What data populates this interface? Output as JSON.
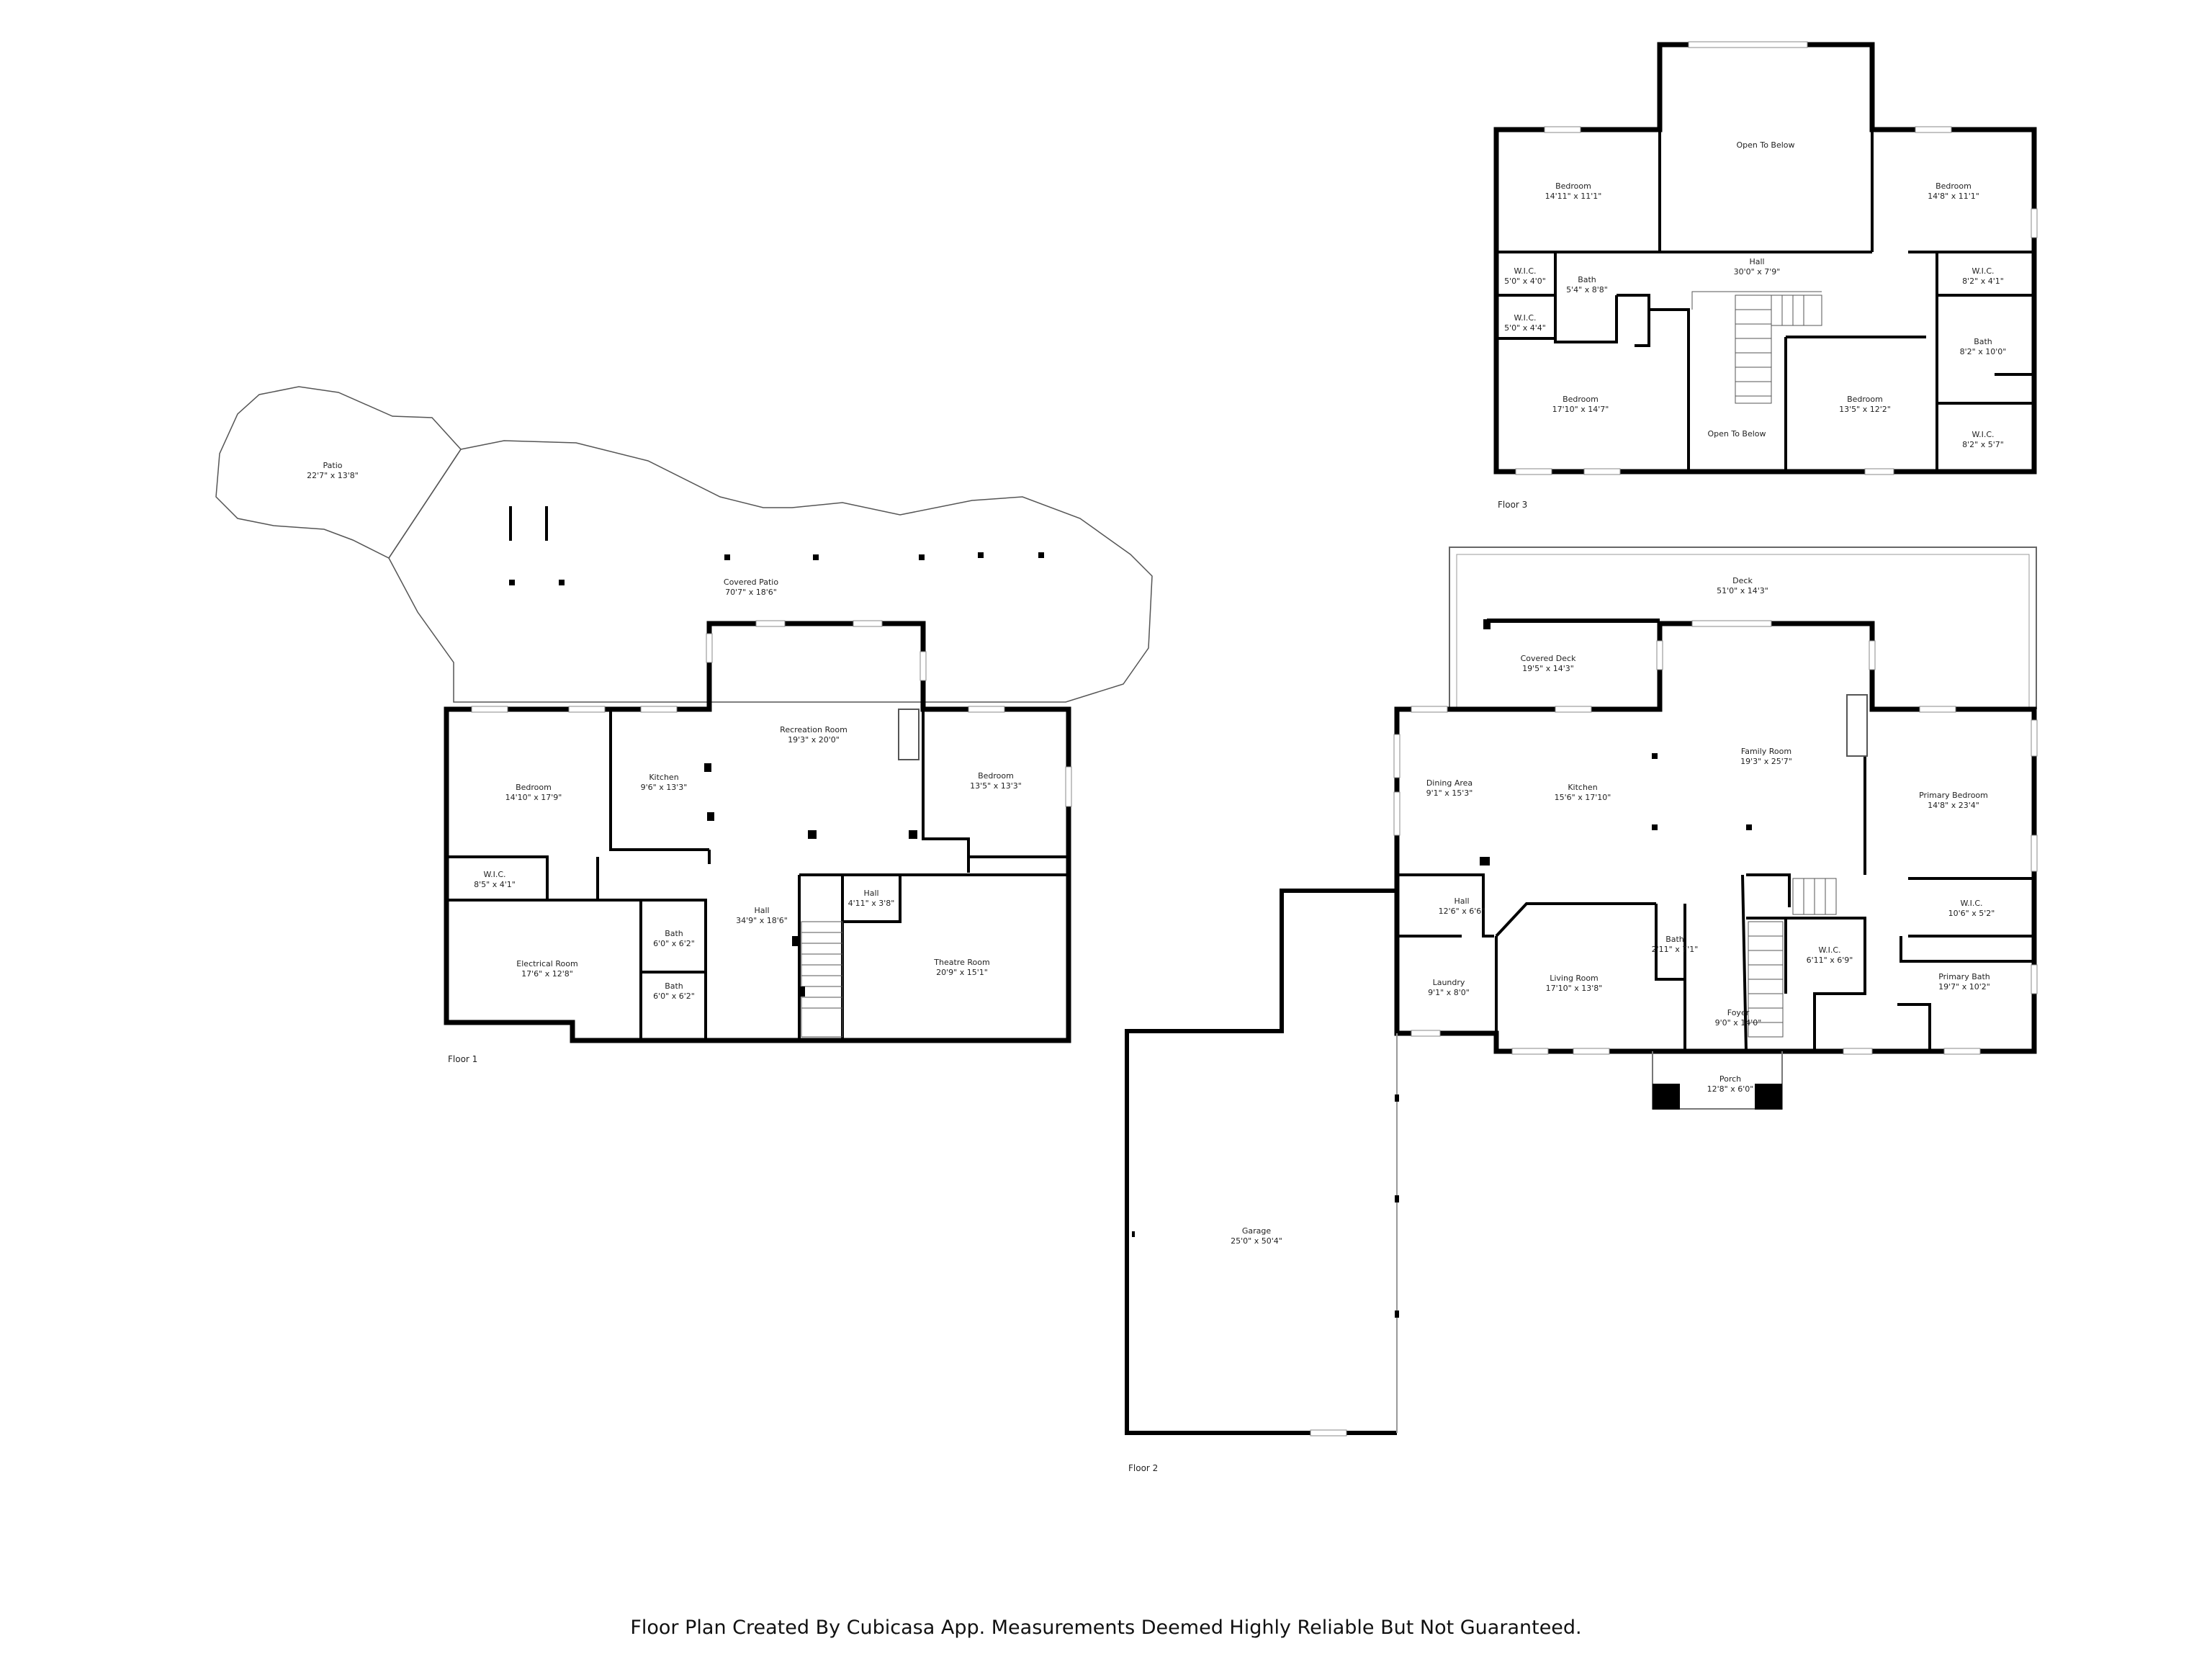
{
  "floors": [
    {
      "label": "Floor 1",
      "rooms": [
        {
          "name": "Patio",
          "dim": "22'7\" x 13'8\""
        },
        {
          "name": "Covered Patio",
          "dim": "70'7\" x 18'6\""
        },
        {
          "name": "Recreation Room",
          "dim": "19'3\" x 20'0\""
        },
        {
          "name": "Bedroom",
          "dim": "14'10\" x 17'9\""
        },
        {
          "name": "Kitchen",
          "dim": "9'6\" x 13'3\""
        },
        {
          "name": "Bedroom",
          "dim": "13'5\" x 13'3\""
        },
        {
          "name": "W.I.C.",
          "dim": "8'5\" x 4'1\""
        },
        {
          "name": "Hall",
          "dim": "4'11\" x 3'8\""
        },
        {
          "name": "Hall",
          "dim": "34'9\" x 18'6\""
        },
        {
          "name": "Bath",
          "dim": "6'0\" x 6'2\""
        },
        {
          "name": "Electrical Room",
          "dim": "17'6\" x 12'8\""
        },
        {
          "name": "Theatre Room",
          "dim": "20'9\" x 15'1\""
        },
        {
          "name": "Bath",
          "dim": "6'0\" x 6'2\""
        }
      ]
    },
    {
      "label": "Floor 2",
      "rooms": [
        {
          "name": "Deck",
          "dim": "51'0\" x 14'3\""
        },
        {
          "name": "Covered Deck",
          "dim": "19'5\" x 14'3\""
        },
        {
          "name": "Family Room",
          "dim": "19'3\" x 25'7\""
        },
        {
          "name": "Dining Area",
          "dim": "9'1\" x 15'3\""
        },
        {
          "name": "Kitchen",
          "dim": "15'6\" x 17'10\""
        },
        {
          "name": "Primary Bedroom",
          "dim": "14'8\" x 23'4\""
        },
        {
          "name": "Hall",
          "dim": "12'6\" x 6'6\""
        },
        {
          "name": "W.I.C.",
          "dim": "10'6\" x 5'2\""
        },
        {
          "name": "Bath",
          "dim": "2'11\" x 7'1\""
        },
        {
          "name": "W.I.C.",
          "dim": "6'11\" x 6'9\""
        },
        {
          "name": "Laundry",
          "dim": "9'1\" x 8'0\""
        },
        {
          "name": "Living Room",
          "dim": "17'10\" x 13'8\""
        },
        {
          "name": "Primary Bath",
          "dim": "19'7\" x 10'2\""
        },
        {
          "name": "Foyer",
          "dim": "9'0\" x 14'0\""
        },
        {
          "name": "Porch",
          "dim": "12'8\" x 6'0\""
        },
        {
          "name": "Garage",
          "dim": "25'0\" x 50'4\""
        }
      ]
    },
    {
      "label": "Floor 3",
      "rooms": [
        {
          "name": "Open To Below",
          "dim": ""
        },
        {
          "name": "Bedroom",
          "dim": "14'11\" x 11'1\""
        },
        {
          "name": "Bedroom",
          "dim": "14'8\" x 11'1\""
        },
        {
          "name": "Hall",
          "dim": "30'0\" x 7'9\""
        },
        {
          "name": "W.I.C.",
          "dim": "5'0\" x 4'0\""
        },
        {
          "name": "Bath",
          "dim": "5'4\" x 8'8\""
        },
        {
          "name": "W.I.C.",
          "dim": "8'2\" x 4'1\""
        },
        {
          "name": "W.I.C.",
          "dim": "5'0\" x 4'4\""
        },
        {
          "name": "Bath",
          "dim": "8'2\" x 10'0\""
        },
        {
          "name": "Bedroom",
          "dim": "17'10\" x 14'7\""
        },
        {
          "name": "Bedroom",
          "dim": "13'5\" x 12'2\""
        },
        {
          "name": "Open To Below",
          "dim": ""
        },
        {
          "name": "W.I.C.",
          "dim": "8'2\" x 5'7\""
        }
      ]
    }
  ],
  "caption": "Floor Plan Created By Cubicasa App. Measurements Deemed Highly Reliable But Not Guaranteed."
}
